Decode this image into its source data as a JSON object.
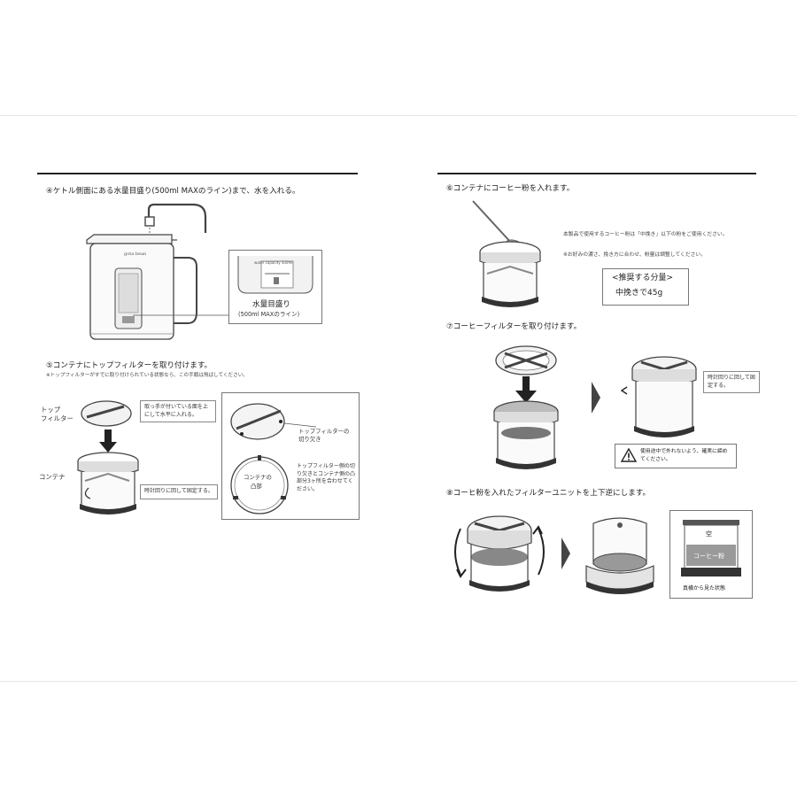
{
  "left": {
    "step4": {
      "title": "④ケトル側面にある水量目盛り(500ml MAXのライン)まで、水を入れる。",
      "kettle_brand": "gota bean",
      "detail_text": "water capacity 500ml",
      "label_main": "水量目盛り",
      "label_sub": "(500ml MAXのライン)"
    },
    "step5": {
      "title": "⑤コンテナにトップフィルターを取り付けます。",
      "note": "※トップフィルターがすでに取り付けられている状態なら、この手順は飛ばしてください。",
      "label_top_filter_1": "トップ",
      "label_top_filter_2": "フィルター",
      "label_container": "コンテナ",
      "callout_handle": "取っ手が付いている面を上にして水平に入れる。",
      "callout_clockwise": "時計回りに回して固定する。",
      "label_notch_1": "トップフィルターの",
      "label_notch_2": "切り欠き",
      "label_boss_1": "コンテナの",
      "label_boss_2": "凸部",
      "callout_align": "トップフィルター側の切り欠きとコンテナ側の凸部分3ヶ所を合わせてください。"
    }
  },
  "right": {
    "step6": {
      "title": "⑥コンテナにコーヒー粉を入れます。",
      "desc1": "本製品で使用するコーヒー粉は「中挽き」以下の粉をご使用ください。",
      "desc2": "※お好みの濃さ、挽き方に合わせ、粉量は調整してください。",
      "recommend_title": "<推奨する分量>",
      "recommend_value": "中挽きで45g"
    },
    "step7": {
      "title": "⑦コーヒーフィルターを取り付けます。",
      "callout_clockwise": "時計回りに回して固定する。",
      "warning": "使用途中で外れないよう、確実に締めてください。",
      "warning_icon": "warning-triangle-icon"
    },
    "step8": {
      "title": "⑧コーヒ粉を入れたフィルターユニットを上下逆にします。",
      "label_empty": "空",
      "label_coffee": "コーヒー粉",
      "label_side_view": "真横から見た状態"
    }
  }
}
